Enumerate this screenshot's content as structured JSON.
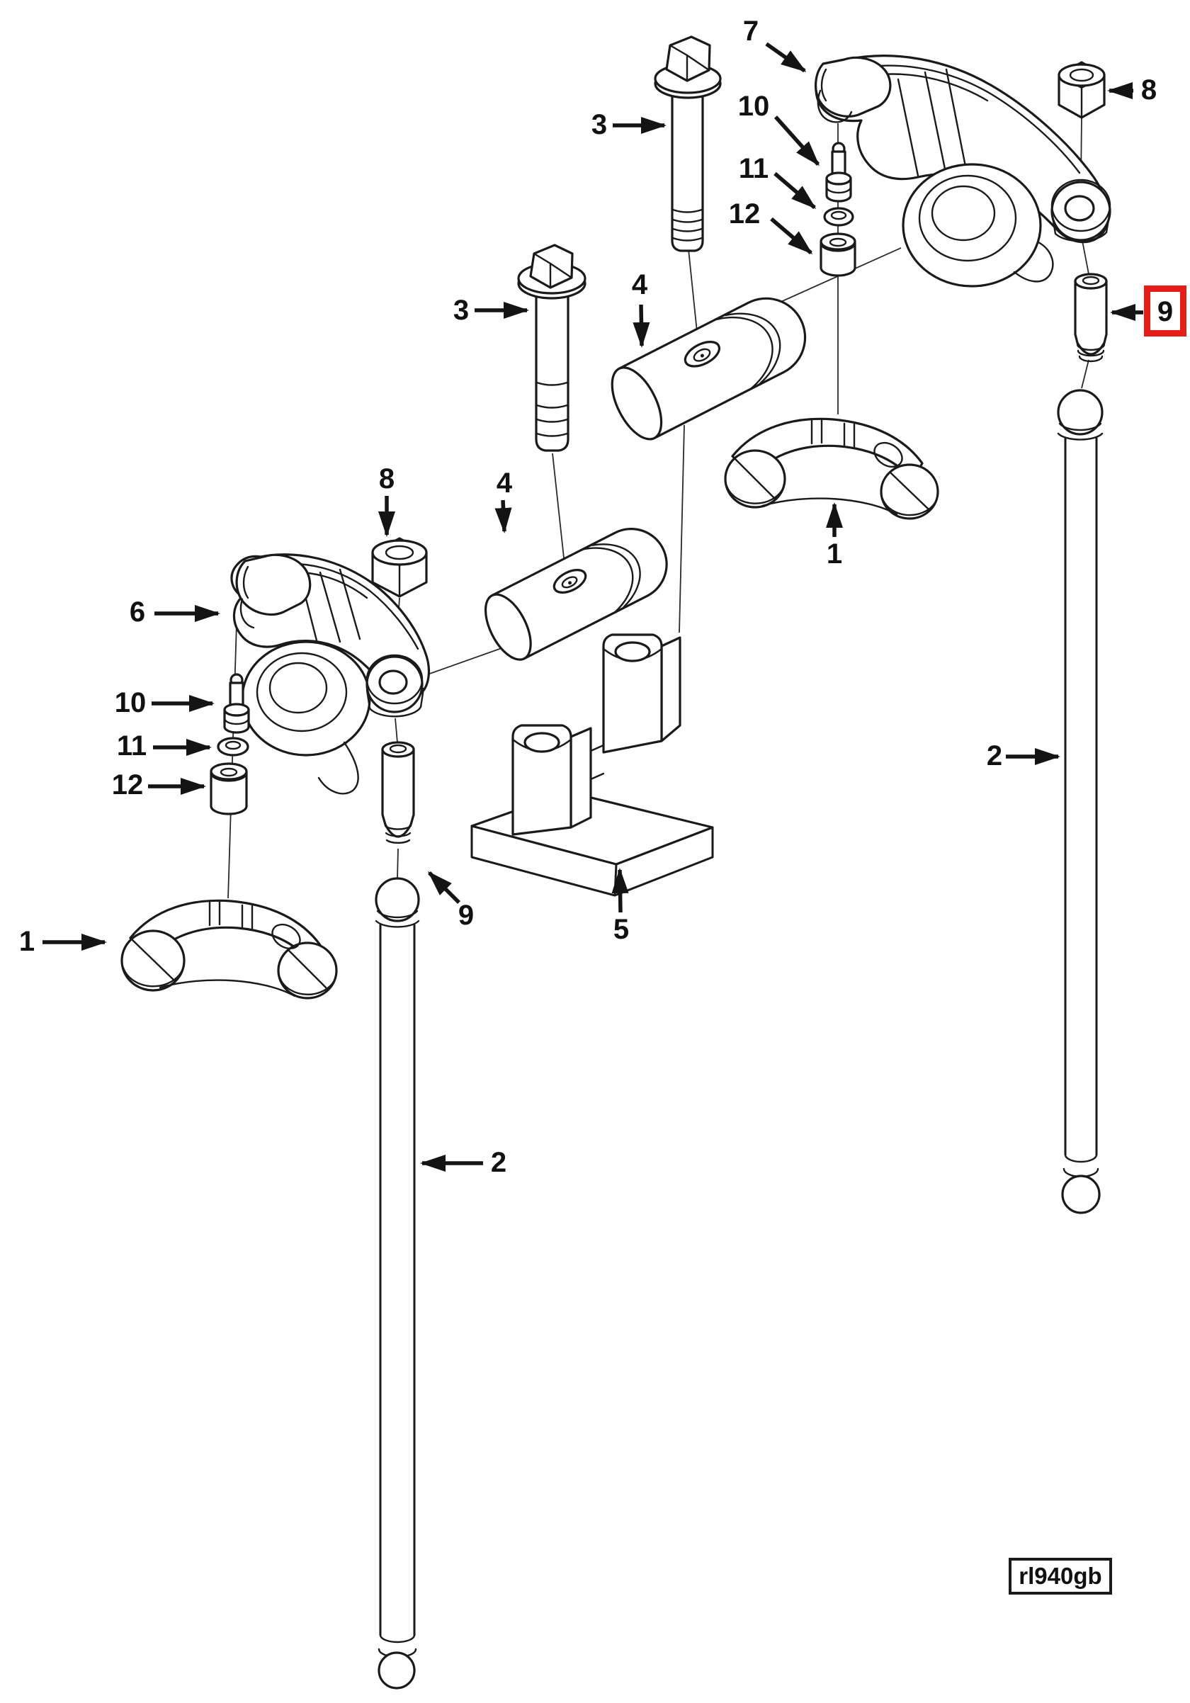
{
  "diagram": {
    "code": "rl940gb",
    "type": "exploded-parts-diagram",
    "line_color": "#1a1a1a",
    "background_color": "#ffffff",
    "highlight_color": "#e41b17",
    "highlighted_callout": "9"
  },
  "callouts": {
    "n1_left": "1",
    "n1_right": "1",
    "n2_left": "2",
    "n2_right": "2",
    "n3_top": "3",
    "n3_mid": "3",
    "n4_top": "4",
    "n4_mid": "4",
    "n5": "5",
    "n6": "6",
    "n7": "7",
    "n8_left": "8",
    "n8_right": "8",
    "n9_mid": "9",
    "n9_right": "9",
    "n10_left": "10",
    "n10_right": "10",
    "n11_left": "11",
    "n11_right": "11",
    "n12_left": "12",
    "n12_right": "12"
  }
}
